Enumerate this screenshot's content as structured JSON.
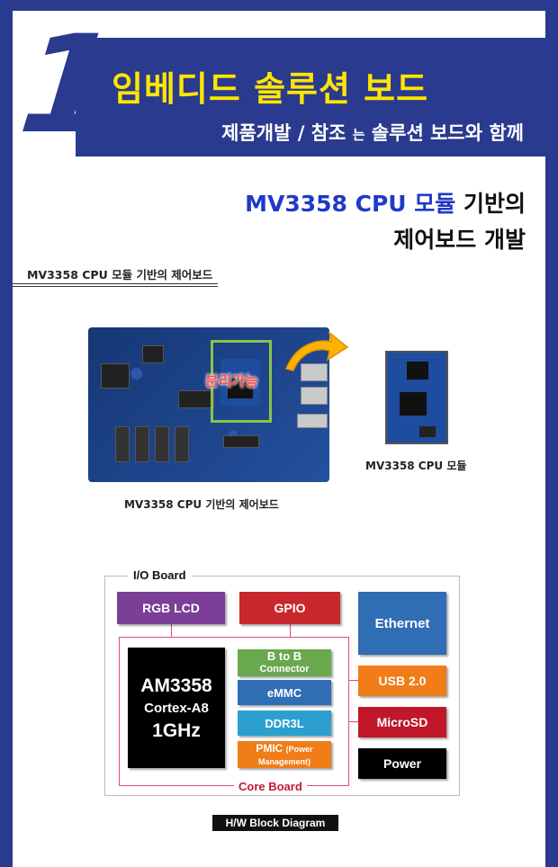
{
  "header": {
    "number": "1",
    "title": "임베디드 솔루션 보드",
    "subtitle_part1": "제품개발 / 참조 ",
    "subtitle_small": "는",
    "subtitle_part2": " 솔루션 보드와 함께"
  },
  "headline": {
    "highlight": "MV3358 CPU 모듈",
    "line1_rest": " 기반의",
    "line2": "제어보드 개발"
  },
  "section_label": "MV3358 CPU 모듈 기반의 제어보드",
  "photo": {
    "separable_label": "분리가능",
    "board_caption": "MV3358 CPU 기반의 제어보드",
    "module_caption": "MV3358 CPU 모듈"
  },
  "diagram": {
    "io_board": "I/O Board",
    "rgb_lcd": "RGB LCD",
    "gpio": "GPIO",
    "ethernet": "Ethernet",
    "cpu_line1": "AM3358",
    "cpu_line2": "Cortex-A8",
    "cpu_line3": "1GHz",
    "b2b_line1": "B to B",
    "b2b_line2": "Connector",
    "emmc": "eMMC",
    "ddr3l": "DDR3L",
    "pmic_line1": "PMIC",
    "pmic_small": "(Power",
    "pmic_line2": "Management)",
    "core_board": "Core Board",
    "usb": "USB 2.0",
    "microsd": "MicroSD",
    "power": "Power",
    "caption": "H/W Block Diagram"
  },
  "colors": {
    "navy": "#2a3a8e",
    "yellow": "#ffe600",
    "blue_text": "#1f3ac7",
    "purple": "#7b3f97",
    "red": "#c8282d",
    "steel_blue": "#2f6db5",
    "green": "#6aa84f",
    "cyan": "#2ba0d0",
    "orange": "#f07d17",
    "dark_red": "#c0172a",
    "black": "#000000"
  }
}
